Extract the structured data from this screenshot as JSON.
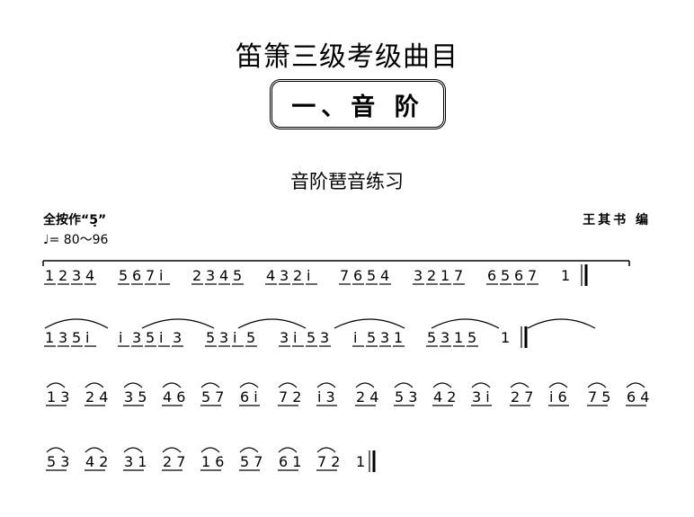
{
  "title": "笛箫三级考级曲目",
  "section": "一、音  阶",
  "subtitle": "音阶琶音练习",
  "key": "全按作“5̣”",
  "tempo": "♩= 80～96",
  "composer": "王其书 编",
  "rows": [
    [
      "1",
      "2",
      "3",
      "4",
      " ",
      "5",
      "6",
      "7",
      "i",
      " ",
      "2",
      "3",
      "4",
      "5",
      " ",
      "4",
      "3",
      "2",
      "i",
      " ",
      "7",
      "6",
      "5",
      "4",
      " ",
      "3",
      "2",
      "1",
      "7",
      " ",
      "6",
      "5",
      "6",
      "7",
      " ",
      "1"
    ],
    [
      "1",
      "3",
      "5",
      "i",
      " ",
      "i",
      "3",
      "5",
      "i",
      "3",
      " ",
      "5",
      "3",
      "i",
      "5",
      " ",
      "3",
      "i",
      "5",
      "3",
      " ",
      "i",
      "5",
      "3",
      "1",
      " ",
      "5",
      "3",
      "1",
      "5",
      " ",
      "1"
    ],
    [
      "13",
      "24",
      "35",
      "46",
      "57",
      "6i",
      "72",
      "i3",
      "24",
      "53",
      "42",
      "3i",
      "27",
      "i6",
      "75",
      "64"
    ],
    [
      "53",
      "42",
      "31",
      "27",
      "16",
      "57",
      "61",
      "72",
      "1"
    ]
  ]
}
